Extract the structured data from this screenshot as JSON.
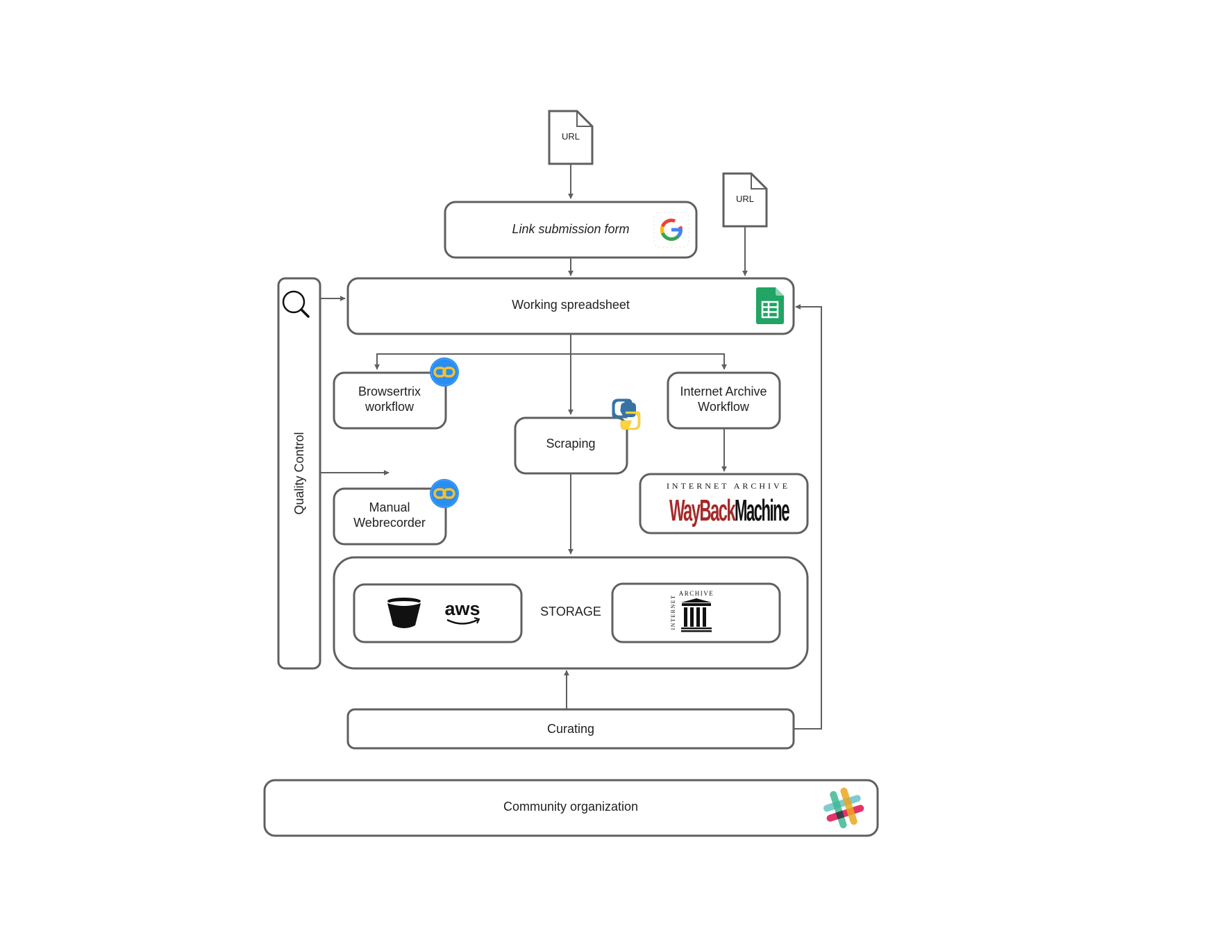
{
  "nodes": {
    "url_top": "URL",
    "url_right": "URL",
    "link_form": "Link submission form",
    "working_sheet": "Working spreadsheet",
    "quality_control": "Quality Control",
    "browsertrix_1": "Browsertrix",
    "browsertrix_2": "workflow",
    "ia_workflow_1": "Internet Archive",
    "ia_workflow_2": "Workflow",
    "scraping": "Scraping",
    "manual_1": "Manual",
    "manual_2": "Webrecorder",
    "storage": "STORAGE",
    "curating": "Curating",
    "community": "Community organization"
  },
  "logos": {
    "wayback_top": "INTERNET ARCHIVE",
    "wayback_word_1": "WayBack",
    "wayback_word_2": "Machine",
    "aws": "aws",
    "ia_archive": "ARCHIVE",
    "ia_internet": "INTERNET"
  },
  "icons": [
    "url-document-icon",
    "google-icon",
    "google-sheets-icon",
    "magnifier-icon",
    "webrecorder-link-icon",
    "python-icon",
    "wayback-machine-logo",
    "aws-s3-bucket-icon",
    "aws-logo",
    "internet-archive-logo",
    "slack-icon"
  ],
  "colors": {
    "stroke": "#5f5f5f",
    "sheets_green": "#21a464",
    "wayback_red": "#a52a2a",
    "link_blue": "#2a8df0",
    "link_gold": "#f2c230",
    "python_blue": "#3772a4",
    "python_yellow": "#ffd43b"
  }
}
